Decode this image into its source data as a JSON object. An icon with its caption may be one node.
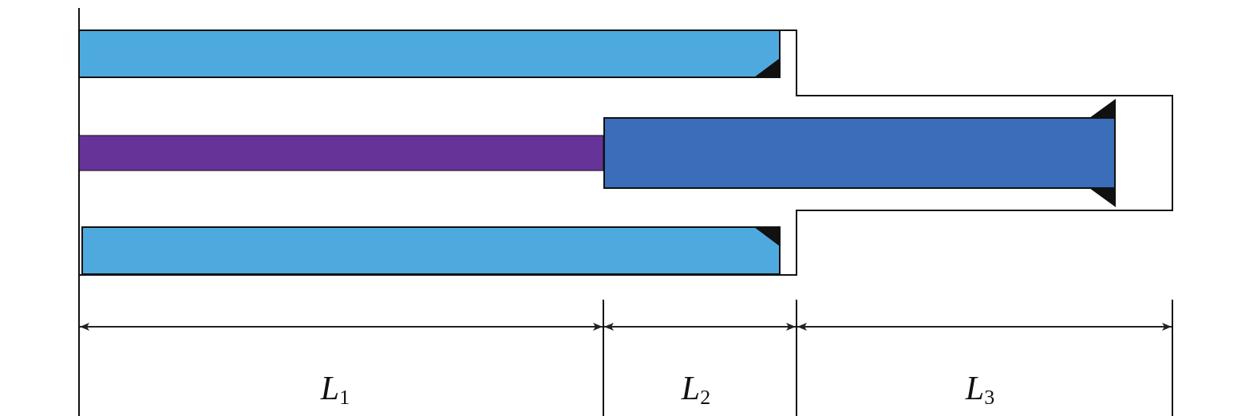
{
  "diagram": {
    "labels": [
      "*L*$_{1}$",
      "*L*$_{2}$",
      "*L*$_{3}$"
    ]
  }
}
